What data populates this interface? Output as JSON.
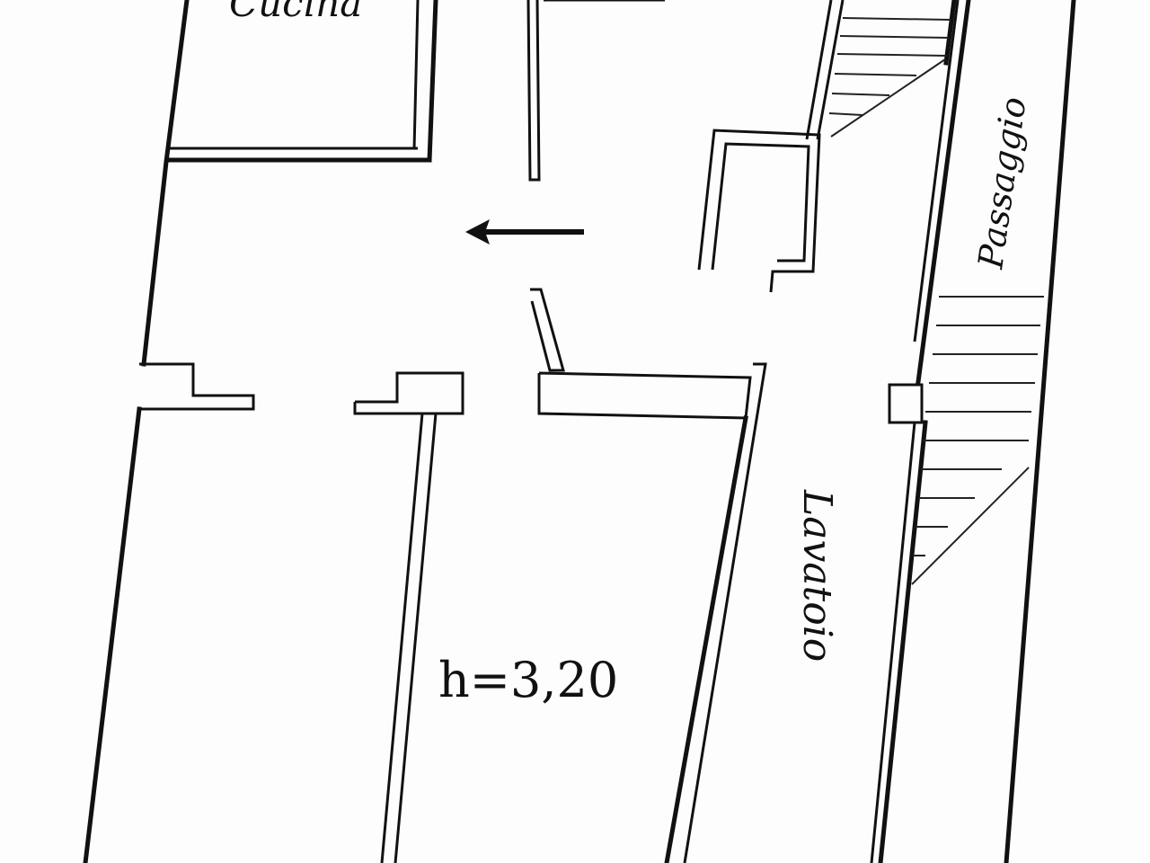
{
  "plan": {
    "rooms": {
      "kitchen": "Cucina",
      "passage": "Passaggio",
      "laundry": "Lavatoio"
    },
    "height_note": "h=3,20",
    "colors": {
      "ink": "#111111",
      "paper": "#fdfdfd"
    },
    "icons": [
      "arrow-left-icon",
      "stair-hatching"
    ]
  }
}
